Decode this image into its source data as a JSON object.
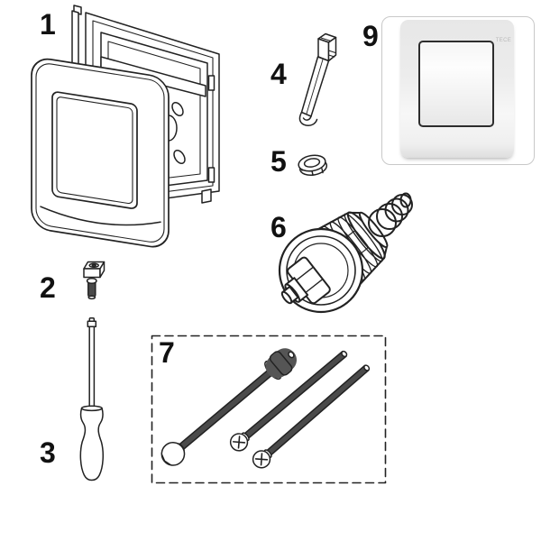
{
  "canvas": {
    "background": "#ffffff",
    "line_color": "#222222",
    "label_color": "#111111"
  },
  "diagram": {
    "parts": [
      {
        "label": "1",
        "name": "flush-plate-with-mounting-frame"
      },
      {
        "label": "2",
        "name": "square-nut-and-screw"
      },
      {
        "label": "3",
        "name": "screwdriver"
      },
      {
        "label": "4",
        "name": "release-lever-tool"
      },
      {
        "label": "5",
        "name": "oval-bushing"
      },
      {
        "label": "6",
        "name": "flush-valve-cartridge-with-spring"
      },
      {
        "label": "7",
        "name": "fixing-bolts-set"
      },
      {
        "label": "9",
        "name": "flush-plate-product-photo"
      }
    ],
    "bolt_box": {
      "style": "dashed"
    },
    "photo": {
      "brand_text": "TECE",
      "frame_border_color": "#c9c9c9",
      "button_border_color": "#2d2d2d"
    }
  }
}
